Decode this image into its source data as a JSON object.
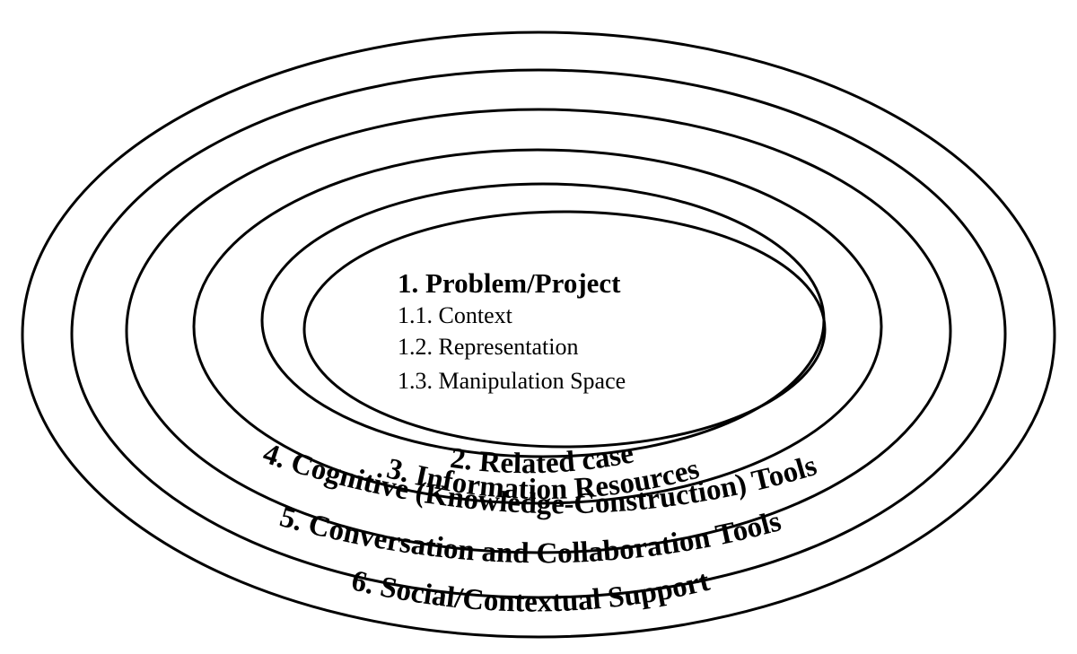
{
  "core": {
    "title": "1. Problem/Project",
    "items": [
      "1.1. Context",
      "1.2. Representation",
      "1.3. Manipulation Space"
    ]
  },
  "rings": [
    {
      "label": "2. Related case"
    },
    {
      "label": "3. Information Resources"
    },
    {
      "label": "4. Cognitive (Knowledge-Construction) Tools"
    },
    {
      "label": "5. Conversation and Collaboration Tools"
    },
    {
      "label": "6. Social/Contextual Support"
    }
  ],
  "colors": {
    "stroke": "#000000",
    "text": "#000000",
    "background": "#ffffff"
  }
}
